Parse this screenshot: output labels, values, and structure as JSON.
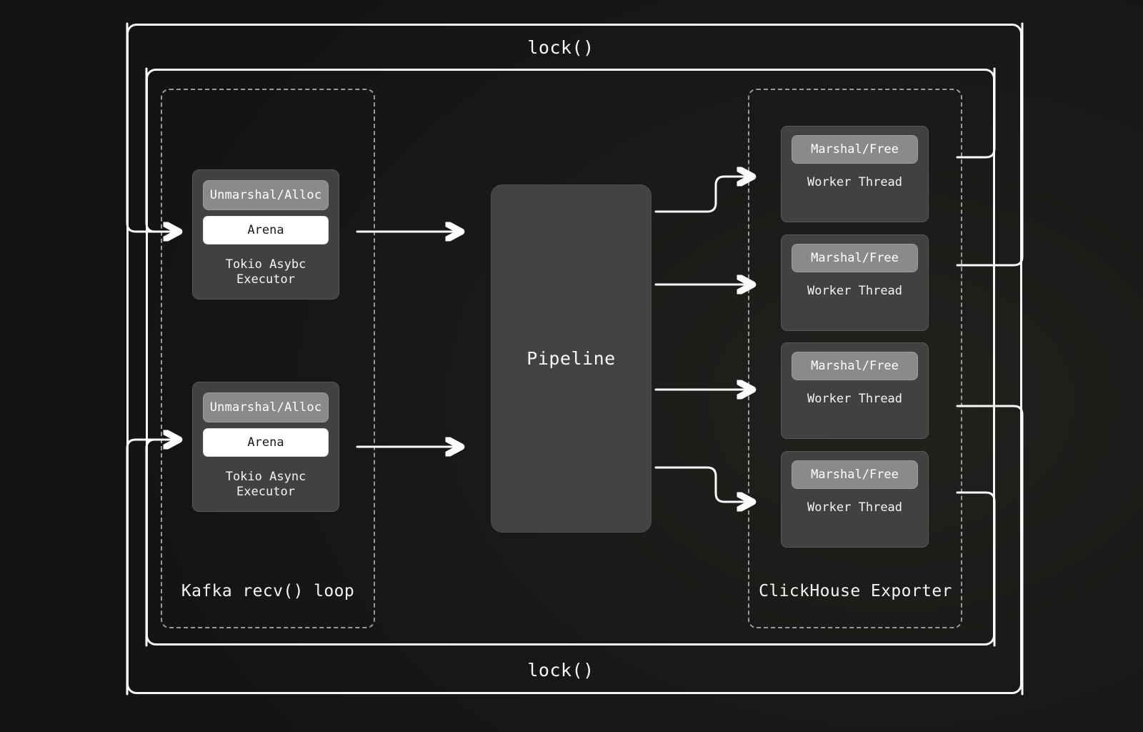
{
  "diagram": {
    "title_top": "lock()",
    "title_bottom": "lock()",
    "groups": {
      "left_label": "Kafka recv() loop",
      "right_label": "ClickHouse Exporter"
    },
    "executors": [
      {
        "pill_label": "Unmarshal/Alloc",
        "arena_label": "Arena",
        "caption": "Tokio Asybc\nExecutor"
      },
      {
        "pill_label": "Unmarshal/Alloc",
        "arena_label": "Arena",
        "caption": "Tokio Async\nExecutor"
      }
    ],
    "pipeline": {
      "label": "Pipeline"
    },
    "workers": [
      {
        "pill_label": "Marshal/Free",
        "caption": "Worker Thread"
      },
      {
        "pill_label": "Marshal/Free",
        "caption": "Worker Thread"
      },
      {
        "pill_label": "Marshal/Free",
        "caption": "Worker Thread"
      },
      {
        "pill_label": "Marshal/Free",
        "caption": "Worker Thread"
      }
    ],
    "colors": {
      "background": "#141414",
      "border": "#f5f5f5",
      "dashed_border": "#9a9a9a",
      "card_fill": "#414141",
      "pipeline_fill": "#434343",
      "pill_fill": "#8a8a8a",
      "arena_fill": "#ffffff",
      "arrow": "#fbfbfb"
    }
  }
}
